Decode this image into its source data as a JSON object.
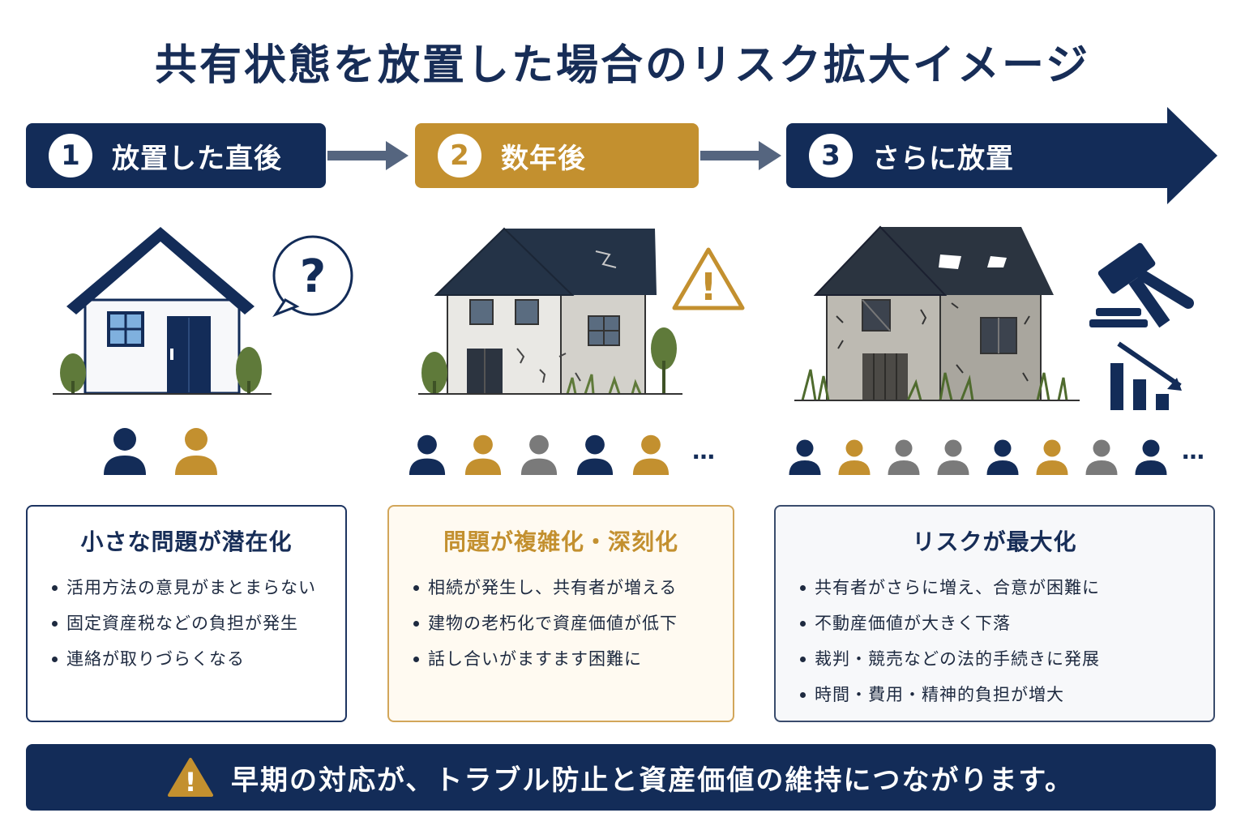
{
  "title": "共有状態を放置した場合のリスク拡大イメージ",
  "stages": [
    {
      "num": "1",
      "label": "放置した直後"
    },
    {
      "num": "2",
      "label": "数年後"
    },
    {
      "num": "3",
      "label": "さらに放置"
    }
  ],
  "illustrations": {
    "stage1": {
      "bubble_text": "?",
      "owners": [
        "navy",
        "gold"
      ],
      "more": false
    },
    "stage2": {
      "warning_text": "!",
      "owners": [
        "navy",
        "gold",
        "gray",
        "navy",
        "gold"
      ],
      "more": true
    },
    "stage3": {
      "owners": [
        "navy",
        "gold",
        "gray",
        "gray",
        "navy",
        "gold",
        "gray",
        "navy"
      ],
      "more": true
    }
  },
  "more_label": "…",
  "cards": [
    {
      "title": "小さな問題が潜在化",
      "items": [
        "活用方法の意見がまとまらない",
        "固定資産税などの負担が発生",
        "連絡が取りづらくなる"
      ]
    },
    {
      "title": "問題が複雑化・深刻化",
      "items": [
        "相続が発生し、共有者が増える",
        "建物の老朽化で資産価値が低下",
        "話し合いがますます困難に"
      ]
    },
    {
      "title": "リスクが最大化",
      "items": [
        "共有者がさらに増え、合意が困難に",
        "不動産価値が大きく下落",
        "裁判・競売などの法的手続きに発展",
        "時間・費用・精神的負担が増大"
      ]
    }
  ],
  "footer": {
    "warning_text": "!",
    "message": "早期の対応が、トラブル防止と資産価値の維持につながります。"
  },
  "colors": {
    "navy": "#132c58",
    "gold": "#c3902f",
    "gray": "#7a7a7a",
    "green": "#5f7a3a"
  }
}
